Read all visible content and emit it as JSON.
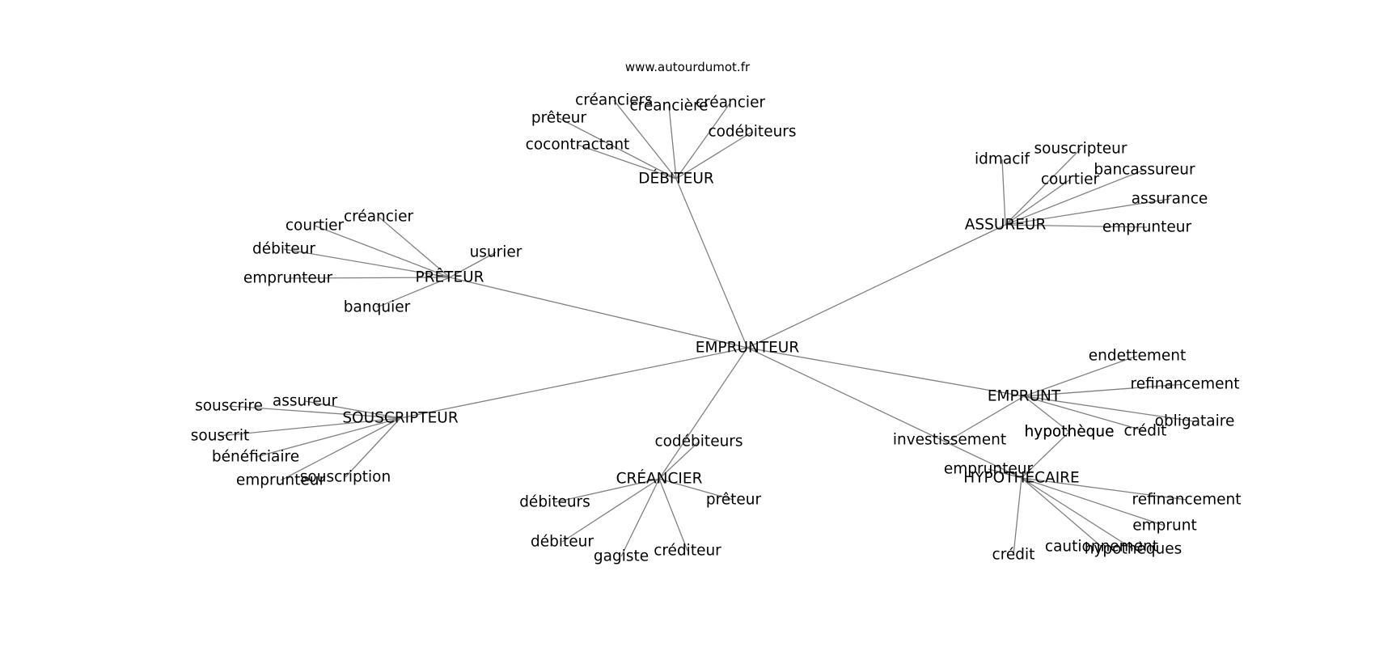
{
  "source": "www.autourdumot.fr",
  "colors": {
    "edge": "#808080",
    "label": "#000000",
    "background": "#ffffff"
  },
  "graph": {
    "center": "EMPRUNTEUR",
    "hubs": [
      {
        "label": "DÉBITEUR",
        "leaves": [
          "créanciers",
          "créancière",
          "créancier",
          "prêteur",
          "cocontractant",
          "codébiteurs"
        ]
      },
      {
        "label": "ASSUREUR",
        "leaves": [
          "idmacif",
          "souscripteur",
          "bancassureur",
          "courtier",
          "assurance",
          "emprunteur"
        ]
      },
      {
        "label": "PRÊTEUR",
        "leaves": [
          "créancier",
          "courtier",
          "débiteur",
          "usurier",
          "emprunteur",
          "banquier"
        ]
      },
      {
        "label": "EMPRUNT",
        "leaves": [
          "endettement",
          "refinancement",
          "obligataire",
          "crédit",
          "investissement",
          "hypothèque"
        ]
      },
      {
        "label": "SOUSCRIPTEUR",
        "leaves": [
          "assureur",
          "souscrire",
          "souscrit",
          "bénéficiaire",
          "emprunteur",
          "souscription"
        ]
      },
      {
        "label": "CRÉANCIER",
        "leaves": [
          "codébiteurs",
          "débiteurs",
          "prêteur",
          "débiteur",
          "gagiste",
          "créditeur"
        ]
      },
      {
        "label": "HYPOTHÉCAIRE",
        "leaves": [
          "hypothèque",
          "emprunteur",
          "refinancement",
          "emprunt",
          "cautionnement",
          "hypothèques",
          "crédit"
        ]
      }
    ]
  }
}
